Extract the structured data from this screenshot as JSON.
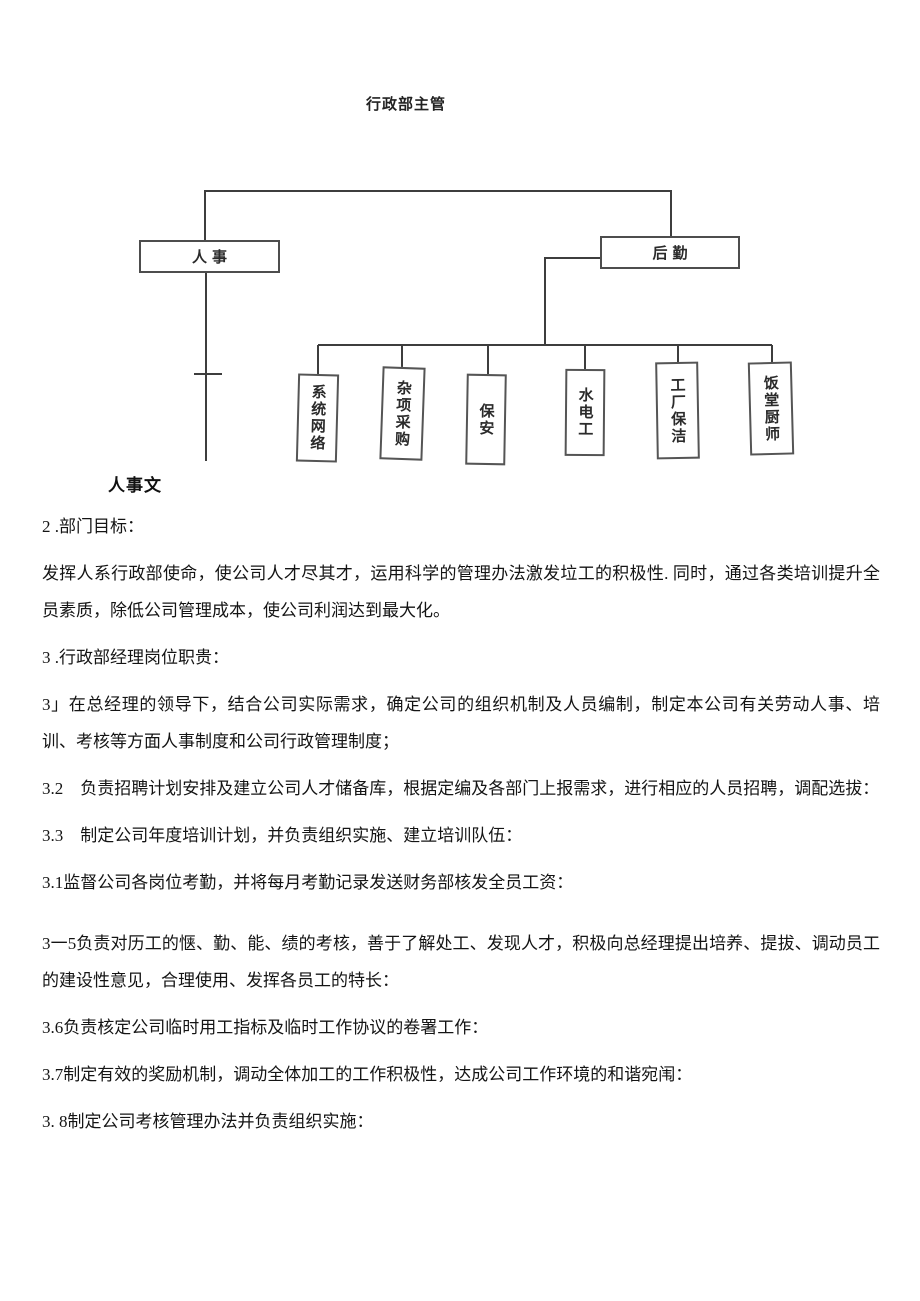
{
  "title": "行政部主管",
  "org_chart": {
    "hr": "人事",
    "logistics": "后勤",
    "sub_nodes": [
      "系统网络",
      "杂项采购",
      "保安",
      "水电工",
      "工厂保洁",
      "饭堂厨师"
    ]
  },
  "caption": "人事文",
  "body": [
    "2 .部门目标：",
    "发挥人系行政部使命，使公司人才尽其才，运用科学的管理办法激发垃工的积极性. 同时，通过各类培训提升全员素质，除低公司管理成本，使公司利润达到最大化。",
    "3 .行政部经理岗位职贵：",
    "3」在总经理的领导下，结合公司实际需求，确定公司的组织机制及人员编制，制定本公司有关劳动人事、培训、考核等方面人事制度和公司行政管理制度；",
    "3.2　负责招聘计划安排及建立公司人才储备库，根据定编及各部门上报需求，进行相应的人员招聘，调配选拔：",
    "3.3　制定公司年度培训计划，并负责组织实施、建立培训队伍：",
    "3.1监督公司各岗位考勤，并将每月考勤记录发送财务部核发全员工资：",
    "3一5负责对历工的惬、勤、能、绩的考核，善于了解处工、发现人才，积极向总经理提出培养、提拔、调动员工的建设性意见，合理使用、发挥各员工的特长：",
    "3.6负责核定公司临时用工指标及临时工作协议的卷署工作：",
    "3.7制定有效的奖励机制，调动全体加工的工作积极性，达成公司工作环境的和谐宛闱：",
    "3. 8制定公司考核管理办法并负责组织实施："
  ]
}
